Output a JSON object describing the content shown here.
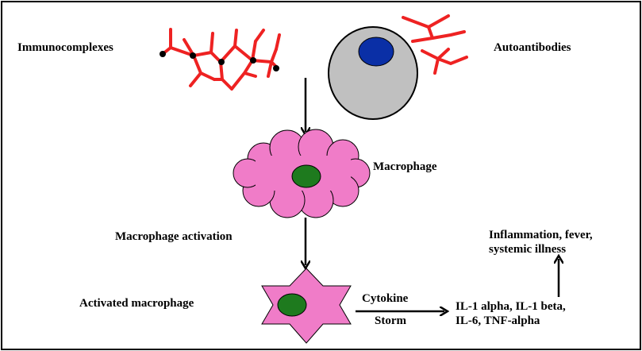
{
  "labels": {
    "immunocomplexes": "Immunocomplexes",
    "autoantibodies": "Autoantibodies",
    "macrophage": "Macrophage",
    "macrophage_activation": "Macrophage activation",
    "activated_macrophage": "Activated macrophage",
    "cytokine": "Cytokine",
    "storm": "Storm",
    "cytokines_line1": "IL-1 alpha, IL-1 beta,",
    "cytokines_line2": "IL-6, TNF-alpha",
    "outcome_line1": "Inflammation, fever,",
    "outcome_line2": "systemic illness"
  },
  "colors": {
    "antibody": "#ee2222",
    "cell_body": "#c0c0c0",
    "cell_nucleus": "#0a2fa6",
    "macrophage": "#f07cc8",
    "macrophage_nucleus": "#1e7a1e",
    "ink": "#000000"
  }
}
